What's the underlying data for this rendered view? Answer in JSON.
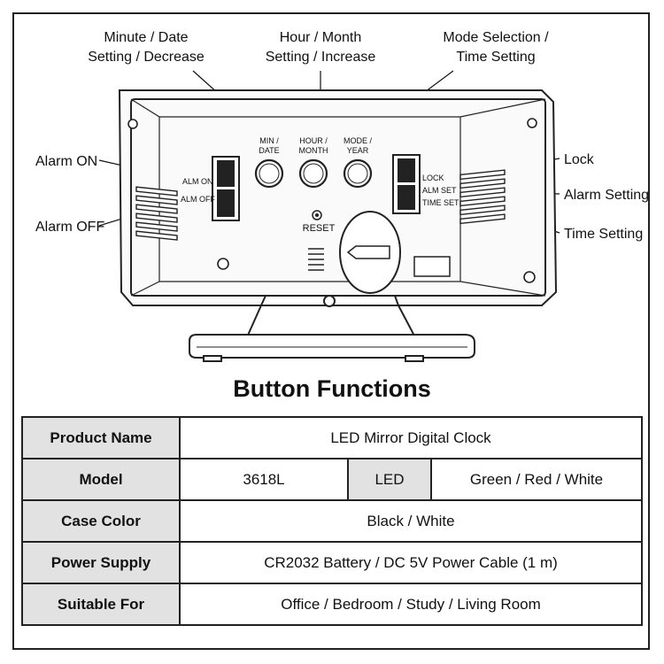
{
  "diagram": {
    "callouts": {
      "minute_date": [
        "Minute / Date",
        "Setting / Decrease"
      ],
      "hour_month": [
        "Hour / Month",
        "Setting / Increase"
      ],
      "mode_selection": [
        "Mode Selection /",
        "Time Setting"
      ],
      "alarm_on": "Alarm ON",
      "alarm_off": "Alarm OFF",
      "lock": "Lock",
      "alarm_setting": "Alarm Setting",
      "time_setting": "Time Setting"
    },
    "device_labels": {
      "min_date": [
        "MIN /",
        "DATE"
      ],
      "hour_month": [
        "HOUR /",
        "MONTH"
      ],
      "mode_year": [
        "MODE /",
        "YEAR"
      ],
      "alm_on": "ALM ON",
      "alm_off": "ALM OFF",
      "lock": "LOCK",
      "alm_set": "ALM SET",
      "time_set": "TIME SET",
      "reset": "RESET"
    }
  },
  "section_title": "Button Functions",
  "spec_table": {
    "product_name": {
      "label": "Product Name",
      "value": "LED Mirror Digital Clock"
    },
    "model": {
      "label": "Model",
      "value": "3618L",
      "sub_label": "LED",
      "sub_value": "Green / Red / White"
    },
    "case_color": {
      "label": "Case Color",
      "value": "Black / White"
    },
    "power_supply": {
      "label": "Power Supply",
      "value": "CR2032 Battery / DC 5V Power Cable (1 m)"
    },
    "suitable_for": {
      "label": "Suitable For",
      "value": "Office / Bedroom / Study / Living Room"
    }
  }
}
